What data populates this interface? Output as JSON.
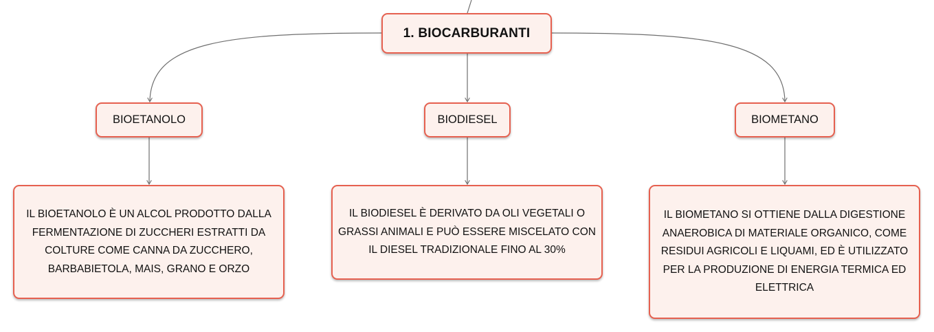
{
  "root": {
    "label": "1. BIOCARBURANTI"
  },
  "branches": [
    {
      "label": "BIOETANOLO",
      "description": "IL BIOETANOLO È UN ALCOL PRODOTTO DALLA FERMENTAZIONE DI ZUCCHERI ESTRATTI DA COLTURE COME CANNA DA ZUCCHERO, BARBABIETOLA, MAIS, GRANO E ORZO"
    },
    {
      "label": "BIODIESEL",
      "description": "IL BIODIESEL È DERIVATO DA OLI VEGETALI O GRASSI ANIMALI E PUÒ ESSERE MISCELATO CON IL DIESEL TRADIZIONALE FINO AL 30%"
    },
    {
      "label": "BIOMETANO",
      "description": "IL BIOMETANO SI OTTIENE DALLA DIGESTIONE ANAEROBICA DI MATERIALE ORGANICO, COME RESIDUI AGRICOLI E LIQUAMI, ED È UTILIZZATO PER LA PRODUZIONE DI ENERGIA TERMICA ED ELETTRICA"
    }
  ],
  "colors": {
    "node_border": "#e6604f",
    "node_fill": "#fdf1ed",
    "connector": "#6e6e6e",
    "text": "#111111"
  }
}
